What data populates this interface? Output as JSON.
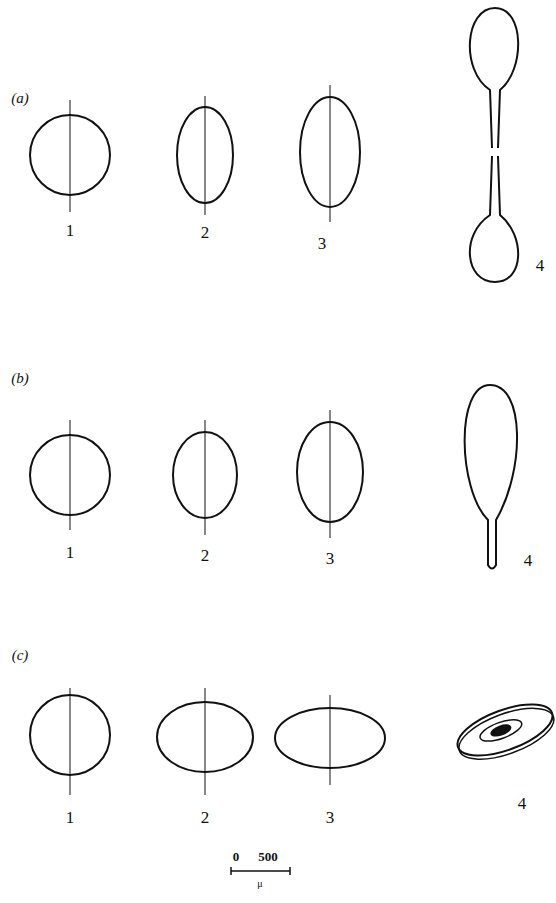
{
  "diagram": {
    "labels": [
      "(a)",
      "1",
      "2",
      "3",
      "4",
      "(b)",
      "1",
      "2",
      "3",
      "4",
      "(c)",
      "1",
      "2",
      "3",
      "4",
      "0",
      "500",
      "μ"
    ]
  }
}
